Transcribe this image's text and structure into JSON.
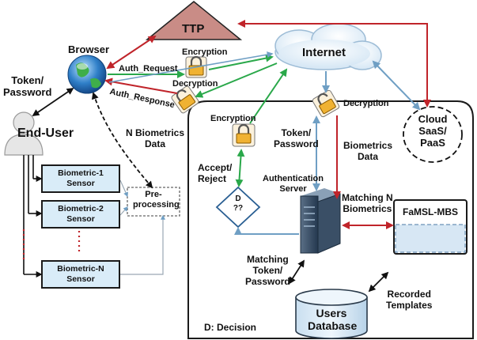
{
  "nodes": {
    "ttp": "TTP",
    "browser": "Browser",
    "internet": "Internet",
    "cloud": "Cloud\nSaaS/\nPaaS",
    "end_user": "End-User",
    "preprocessing": "Pre-\nprocessing",
    "decision_symbol": "D\n??",
    "auth_server": "Authentication\nServer",
    "famsl": "FaMSL-MBS",
    "users_db": "Users\nDatabase",
    "sensors": [
      "Biometric-1\nSensor",
      "Biometric-2\nSensor",
      "Biometric-N\nSensor"
    ]
  },
  "labels": {
    "token_password_left": "Token/\nPassword",
    "encryption_top": "Encryption",
    "auth_request": "Auth_Request",
    "decryption_left": "Decryption",
    "auth_response": "Auth_Response",
    "n_biometrics_data": "N Biometrics\nData",
    "encryption_mid": "Encryption",
    "decryption_right": "Decryption",
    "token_password_mid": "Token/\nPassword",
    "biometrics_data": "Biometrics\nData",
    "accept_reject": "Accept/\nReject",
    "matching_n_biometrics": "Matching N\nBiometrics",
    "matching_token_password": "Matching\nToken/\nPassword",
    "recorded_templates": "Recorded\nTemplates",
    "legend": "D: Decision"
  },
  "colors": {
    "red_arrow": "#c0242a",
    "green_arrow": "#2aa84a",
    "blue_arrow": "#6f9fc4",
    "ttp_fill": "#c98c86",
    "sensor_fill": "#d9ecf8",
    "lock_fill": "#f0b232"
  }
}
